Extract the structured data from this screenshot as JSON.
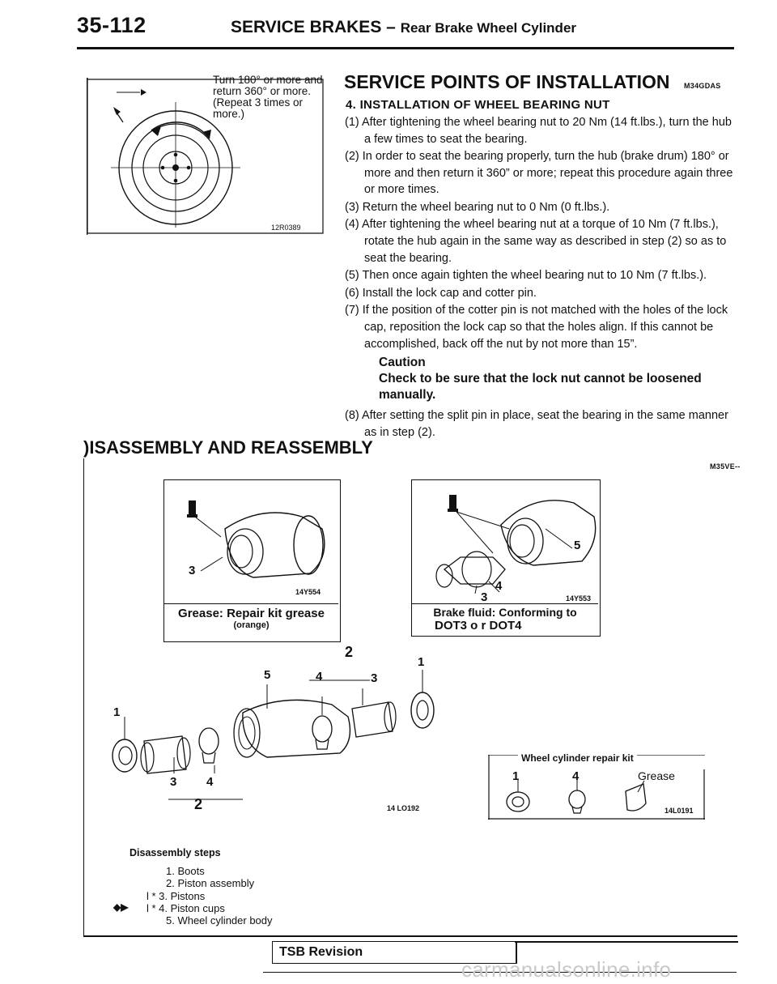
{
  "header": {
    "page_number": "35-112",
    "section": "SERVICE BRAKES",
    "dash": "–",
    "subsection": "Rear Brake Wheel Cylinder"
  },
  "figure1": {
    "label_lines": [
      "Turn 180° or more and",
      "return 360° or more.",
      "(Repeat 3 times or",
      "more.)"
    ],
    "code": "12R0389"
  },
  "service_points": {
    "title": "SERVICE POINTS OF INSTALLATION",
    "code": "M34GDAS",
    "section_heading": "4. INSTALLATION OF WHEEL BEARING NUT",
    "steps": [
      "(1) After tightening the wheel bearing nut to 20 Nm (14 ft.lbs.), turn the hub a few times to seat the bearing.",
      "(2) In order to seat the bearing properly, turn the hub (brake drum) 180° or more and then return it 360” or more; repeat this procedure again three or more times.",
      "(3) Return the wheel bearing nut to 0 Nm (0 ft.lbs.).",
      "(4) After tightening the wheel bearing nut at a torque of 10 Nm (7 ft.lbs.), rotate the hub again in the same way as described in step (2) so as to seat the bearing.",
      "(5) Then once again tighten the wheel bearing nut to 10 Nm (7 ft.lbs.).",
      "(6) Install the lock cap and cotter pin.",
      "(7) If the position of the cotter pin is not matched with the holes of the lock cap, reposition the lock cap so that the holes align. If this cannot be accomplished, back off the nut by not more than 15”."
    ],
    "caution_label": "Caution",
    "caution_text": "Check to be sure that the lock nut cannot be loosened manually.",
    "step8": "(8) After setting the split pin in place, seat the bearing in the same manner as in step (2)."
  },
  "disassembly": {
    "title": ")ISASSEMBLY AND REASSEMBLY",
    "code": "M35VE--",
    "box1": {
      "callout": "3",
      "code": "14Y554",
      "caption": "Grease: Repair kit grease",
      "caption_sub": "(orange)"
    },
    "box2": {
      "callout_a": "5",
      "callout_b": "4",
      "callout_c": "3",
      "code": "14Y553",
      "caption_line1": "Brake fluid: Conforming to",
      "caption_line2": "DOT3 o r DOT4"
    },
    "main_figure": {
      "callouts": [
        "2",
        "5",
        "4",
        "3",
        "1",
        "1",
        "3",
        "4",
        "2"
      ],
      "code": "14 LO192"
    },
    "kit": {
      "title": "Wheel cylinder repair kit",
      "label1": "1",
      "label4": "4",
      "label_grease": "Grease",
      "code": "14L0191"
    },
    "steps_title": "Disassembly steps",
    "steps": [
      "1. Boots",
      "2. Piston assembly",
      "l * 3. Pistons",
      "l * 4. Piston cups",
      "5. Wheel cylinder body"
    ],
    "arrow_marker": "◆▶"
  },
  "footer": {
    "tsb": "TSB Revision",
    "watermark": "carmanualsonline.info"
  }
}
